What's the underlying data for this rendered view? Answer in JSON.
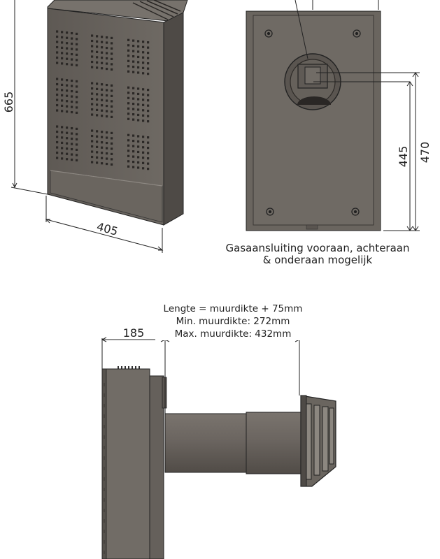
{
  "dimensions": {
    "height_front": "665",
    "width_front": "405",
    "back_inner": "445",
    "back_outer": "470",
    "depth_side": "185"
  },
  "captions": {
    "gas_line1": "Gasaansluiting vooraan, achteraan",
    "gas_line2": "& onderaan mogelijk"
  },
  "notes": {
    "length": "Lengte = muurdikte + 75mm",
    "min_wall": "Min. muurdikte: 272mm",
    "max_wall": "Max. muurdikte: 432mm"
  },
  "colors": {
    "body": "#6b6660",
    "body_dark": "#4a4642",
    "body_light": "#8a857f",
    "line": "#222222"
  }
}
